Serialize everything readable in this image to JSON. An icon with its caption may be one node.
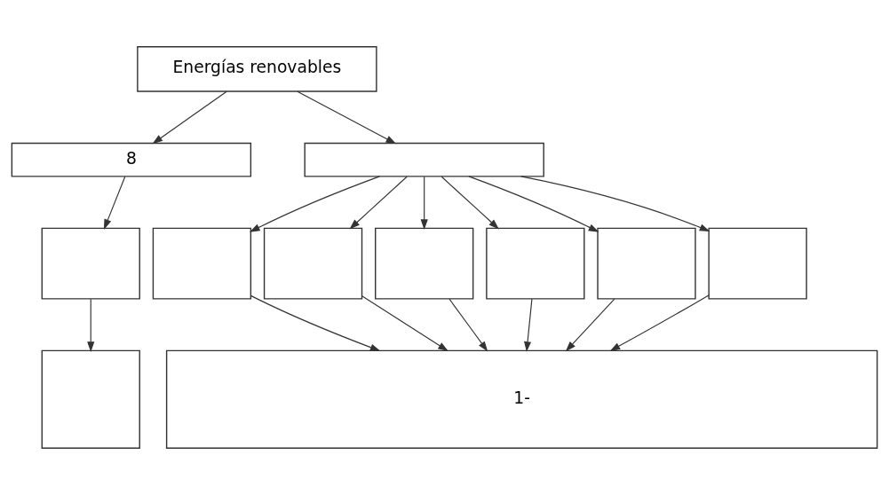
{
  "diagram": {
    "nodes": [
      {
        "text": [
          "Energías renovables"
        ]
      },
      {
        "text": [
          "8"
        ]
      },
      {
        "text": [],
        "shape": "box"
      },
      {
        "text": [],
        "shape": "box"
      },
      {
        "text": [],
        "shape": "box"
      },
      {
        "text": [],
        "shape": "box"
      },
      {
        "text": [],
        "shape": "box"
      },
      {
        "text": [],
        "shape": "box"
      },
      {
        "text": [],
        "shape": "box"
      },
      {
        "text": [],
        "shape": "box"
      },
      {
        "text": [],
        "shape": "box"
      },
      {
        "text": [
          "1-"
        ]
      }
    ],
    "edges": [
      {
        "from": 0,
        "to": 1,
        "arrow": "to"
      },
      {
        "from": 0,
        "to": 2,
        "arrow": "to"
      },
      {
        "from": 1,
        "to": 3,
        "arrow": "to"
      },
      {
        "from": 2,
        "to": 4,
        "arrow": "to"
      },
      {
        "from": 2,
        "to": 5,
        "arrow": "to"
      },
      {
        "from": 2,
        "to": 6,
        "arrow": "to"
      },
      {
        "from": 2,
        "to": 7,
        "arrow": "to"
      },
      {
        "from": 2,
        "to": 8,
        "arrow": "to"
      },
      {
        "from": 2,
        "to": 9,
        "arrow": "to"
      },
      {
        "from": 3,
        "to": 10,
        "arrow": "to"
      },
      {
        "from": 4,
        "to": 11,
        "arrow": "to"
      },
      {
        "from": 5,
        "to": 11,
        "arrow": "to"
      },
      {
        "from": 6,
        "to": 11,
        "arrow": "to"
      },
      {
        "from": 7,
        "to": 11,
        "arrow": "to"
      },
      {
        "from": 8,
        "to": 11,
        "arrow": "to"
      },
      {
        "from": 9,
        "to": 11,
        "arrow": "to"
      }
    ]
  }
}
